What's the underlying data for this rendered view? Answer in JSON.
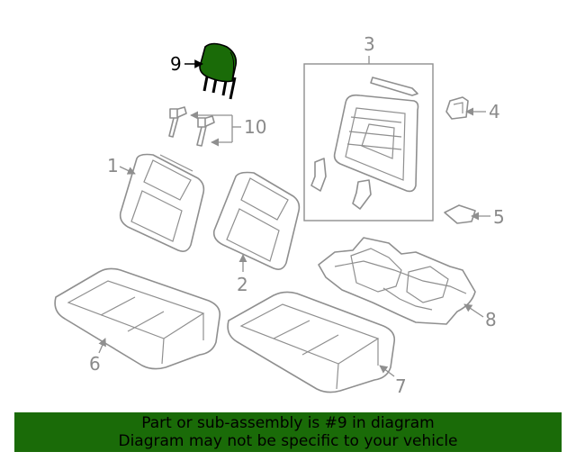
{
  "callouts": {
    "c1": "1",
    "c2": "2",
    "c3": "3",
    "c4": "4",
    "c5": "5",
    "c6": "6",
    "c7": "7",
    "c8": "8",
    "c9": "9",
    "c10": "10"
  },
  "highlight_color": "#1a6b08",
  "banner": {
    "line1": "Part or sub-assembly is #9 in diagram",
    "line2": "Diagram may not be specific to your vehicle"
  }
}
